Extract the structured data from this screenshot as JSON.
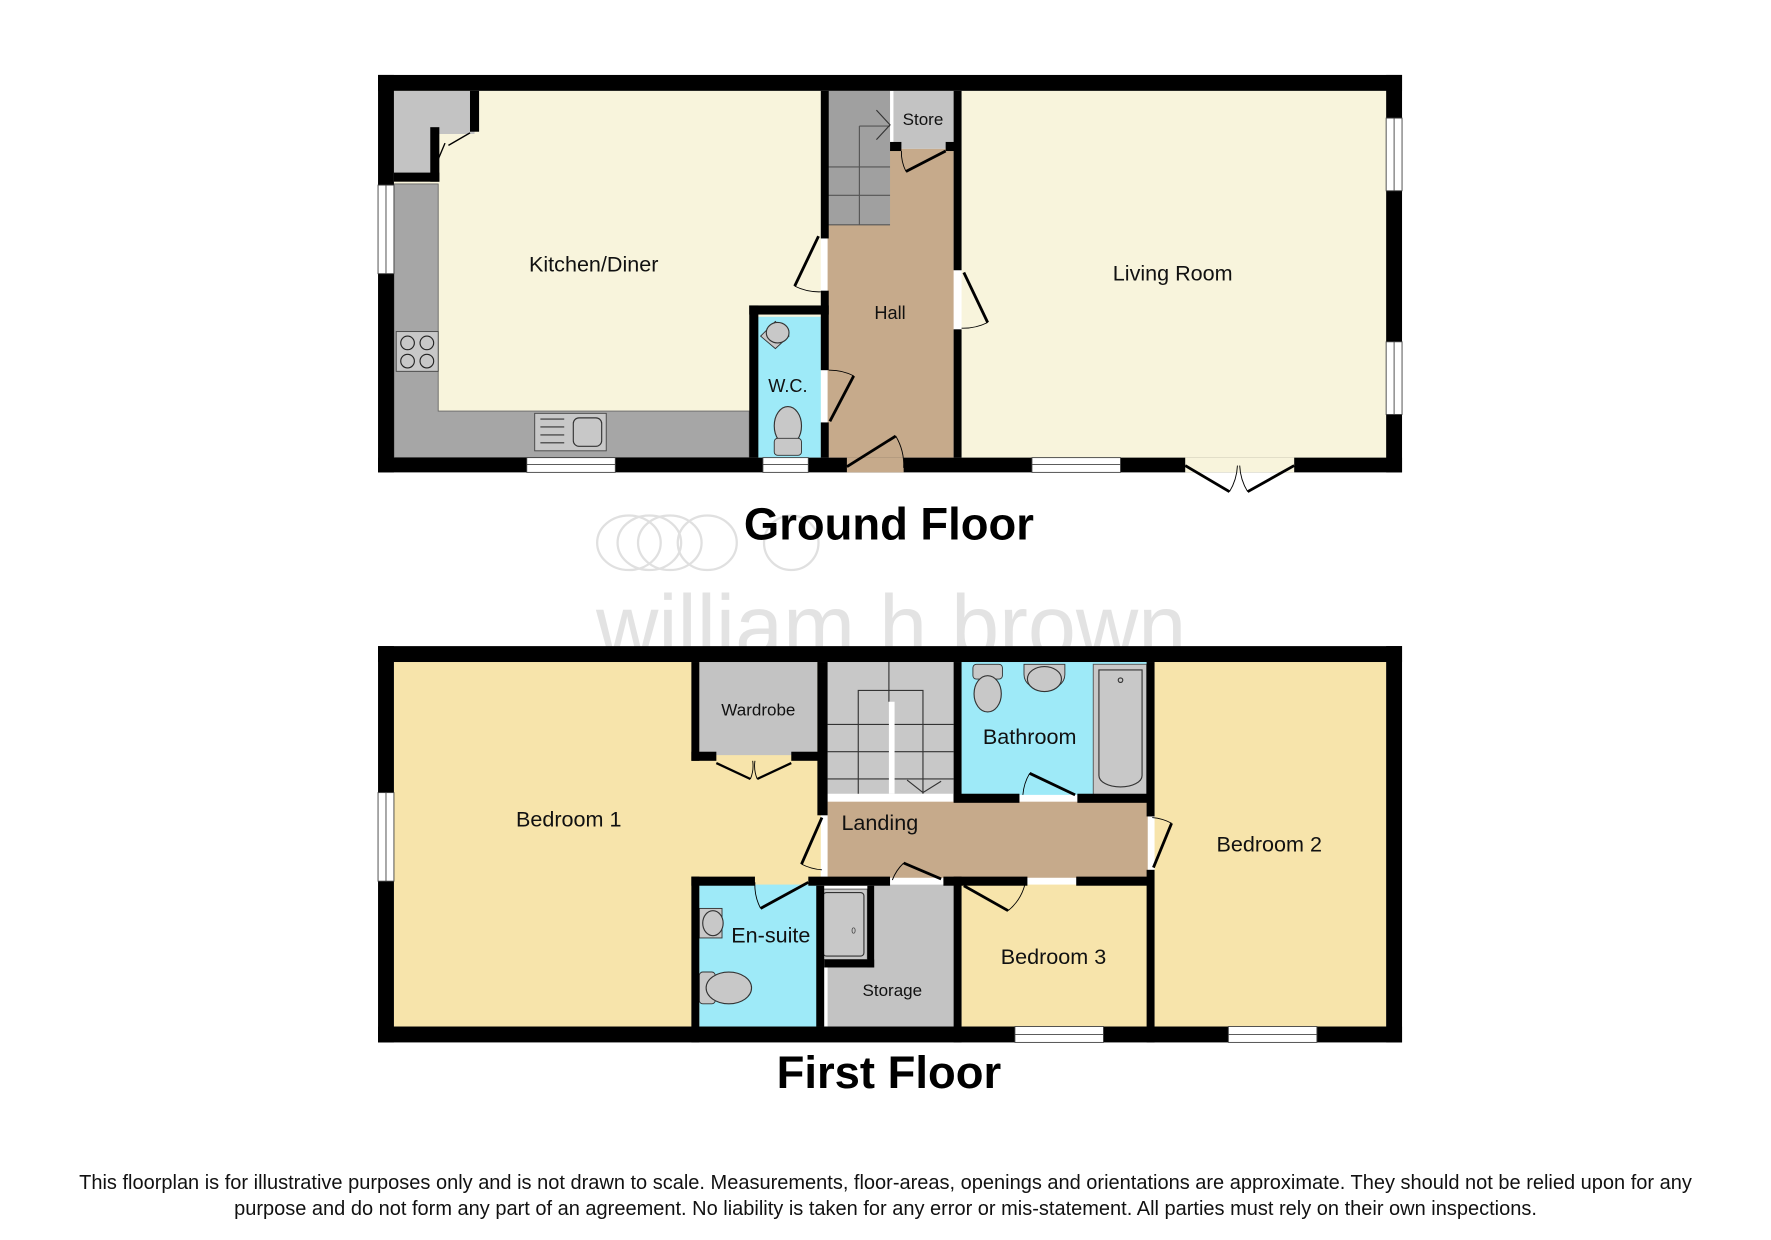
{
  "watermark": {
    "brand": "william h brown",
    "logo": "overlapping-rings-logo"
  },
  "floors": [
    {
      "title": "Ground Floor",
      "rooms": [
        {
          "name": "Kitchen/Diner",
          "color": "#f8f4dc"
        },
        {
          "name": "Hall",
          "color": "#c6aa8b"
        },
        {
          "name": "Store",
          "color": "#c3c3c3"
        },
        {
          "name": "W.C.",
          "color": "#9eeaf8"
        },
        {
          "name": "Living Room",
          "color": "#f8f4dc"
        }
      ],
      "fixtures": [
        "hob",
        "sink",
        "stairs",
        "toilet",
        "basin",
        "french-doors",
        "front-door"
      ]
    },
    {
      "title": "First Floor",
      "rooms": [
        {
          "name": "Bedroom 1",
          "color": "#f7e4ab"
        },
        {
          "name": "Wardrobe",
          "color": "#c3c3c3"
        },
        {
          "name": "Landing",
          "color": "#c6aa8b"
        },
        {
          "name": "Bathroom",
          "color": "#9eeaf8"
        },
        {
          "name": "Bedroom 2",
          "color": "#f7e4ab"
        },
        {
          "name": "En-suite",
          "color": "#9eeaf8"
        },
        {
          "name": "Storage",
          "color": "#c3c3c3"
        },
        {
          "name": "Bedroom 3",
          "color": "#f7e4ab"
        }
      ],
      "fixtures": [
        "stairs",
        "bath",
        "toilet",
        "basin",
        "shower"
      ]
    }
  ],
  "colors": {
    "wall": "#000000",
    "worktop": "#a6a6a6",
    "stairs_ground": "#a0a0a0",
    "stairs_first": "#c8c8c8",
    "fixture": "#c8c8c8"
  },
  "disclaimer": {
    "line1": "This floorplan is for illustrative purposes only and is not drawn to scale. Measurements, floor-areas, openings and orientations are approximate. They should not be relied upon for any",
    "line2": "purpose and do not form any part of an agreement. No liability is taken for any error or mis-statement. All parties must rely on their own inspections."
  }
}
